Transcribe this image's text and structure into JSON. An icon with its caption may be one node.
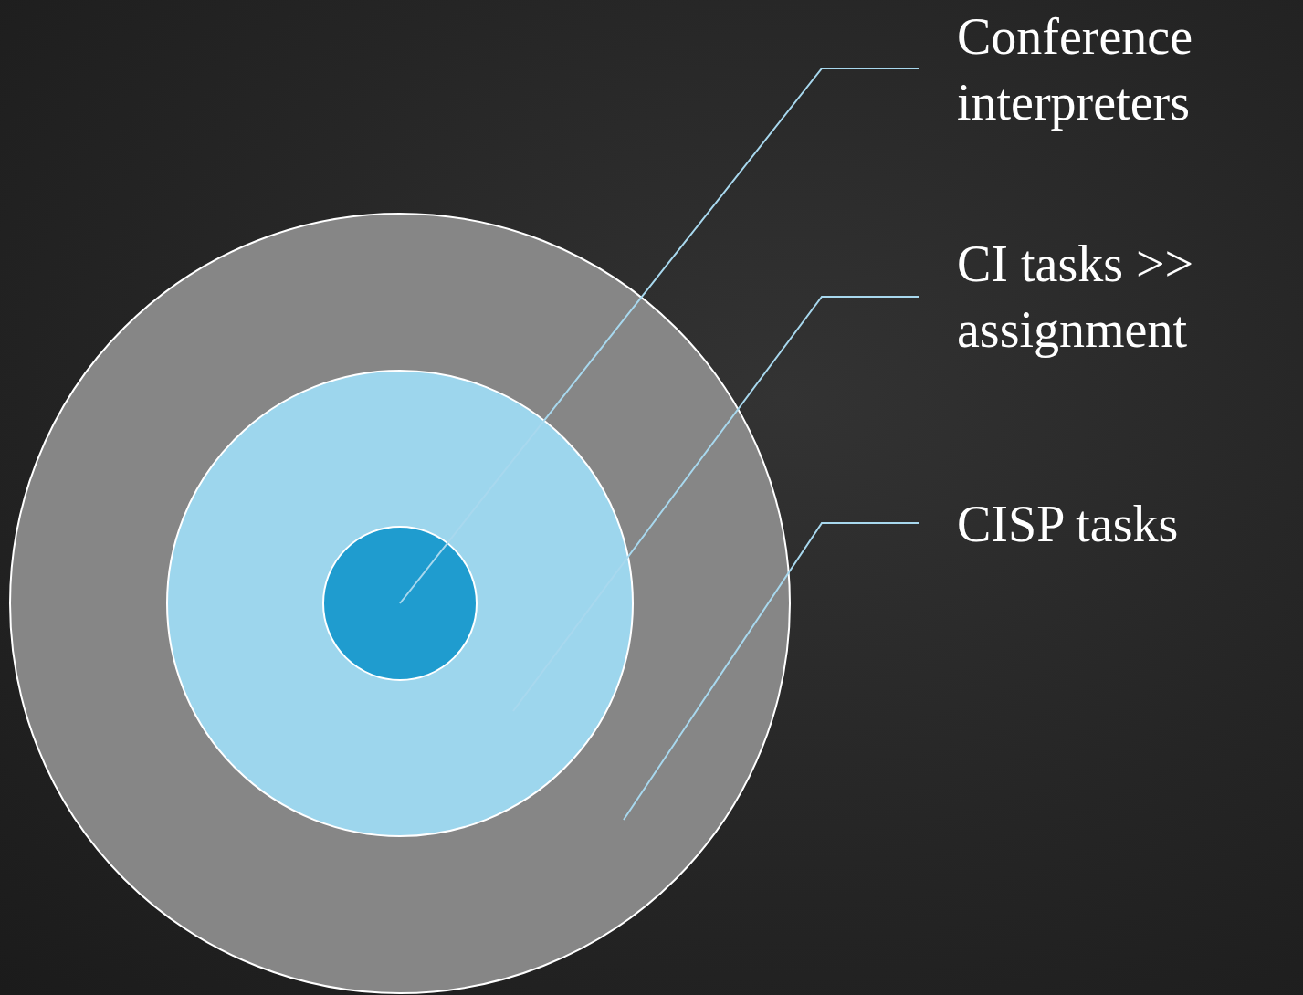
{
  "diagram": {
    "nodes": [
      {
        "text": [],
        "shape": "circle"
      },
      {
        "text": [],
        "shape": "circle",
        "in": 0
      },
      {
        "text": [],
        "shape": "circle",
        "in": 1
      },
      {
        "text": [
          "Conference interpreters"
        ]
      },
      {
        "text": [
          "CI tasks >> assignment"
        ]
      },
      {
        "text": [
          "CISP tasks"
        ]
      }
    ],
    "edges": [
      {
        "from": 3,
        "to": 2,
        "arrow": "none"
      },
      {
        "from": 4,
        "to": 1,
        "arrow": "none"
      },
      {
        "from": 5,
        "to": 0,
        "arrow": "none"
      }
    ]
  }
}
